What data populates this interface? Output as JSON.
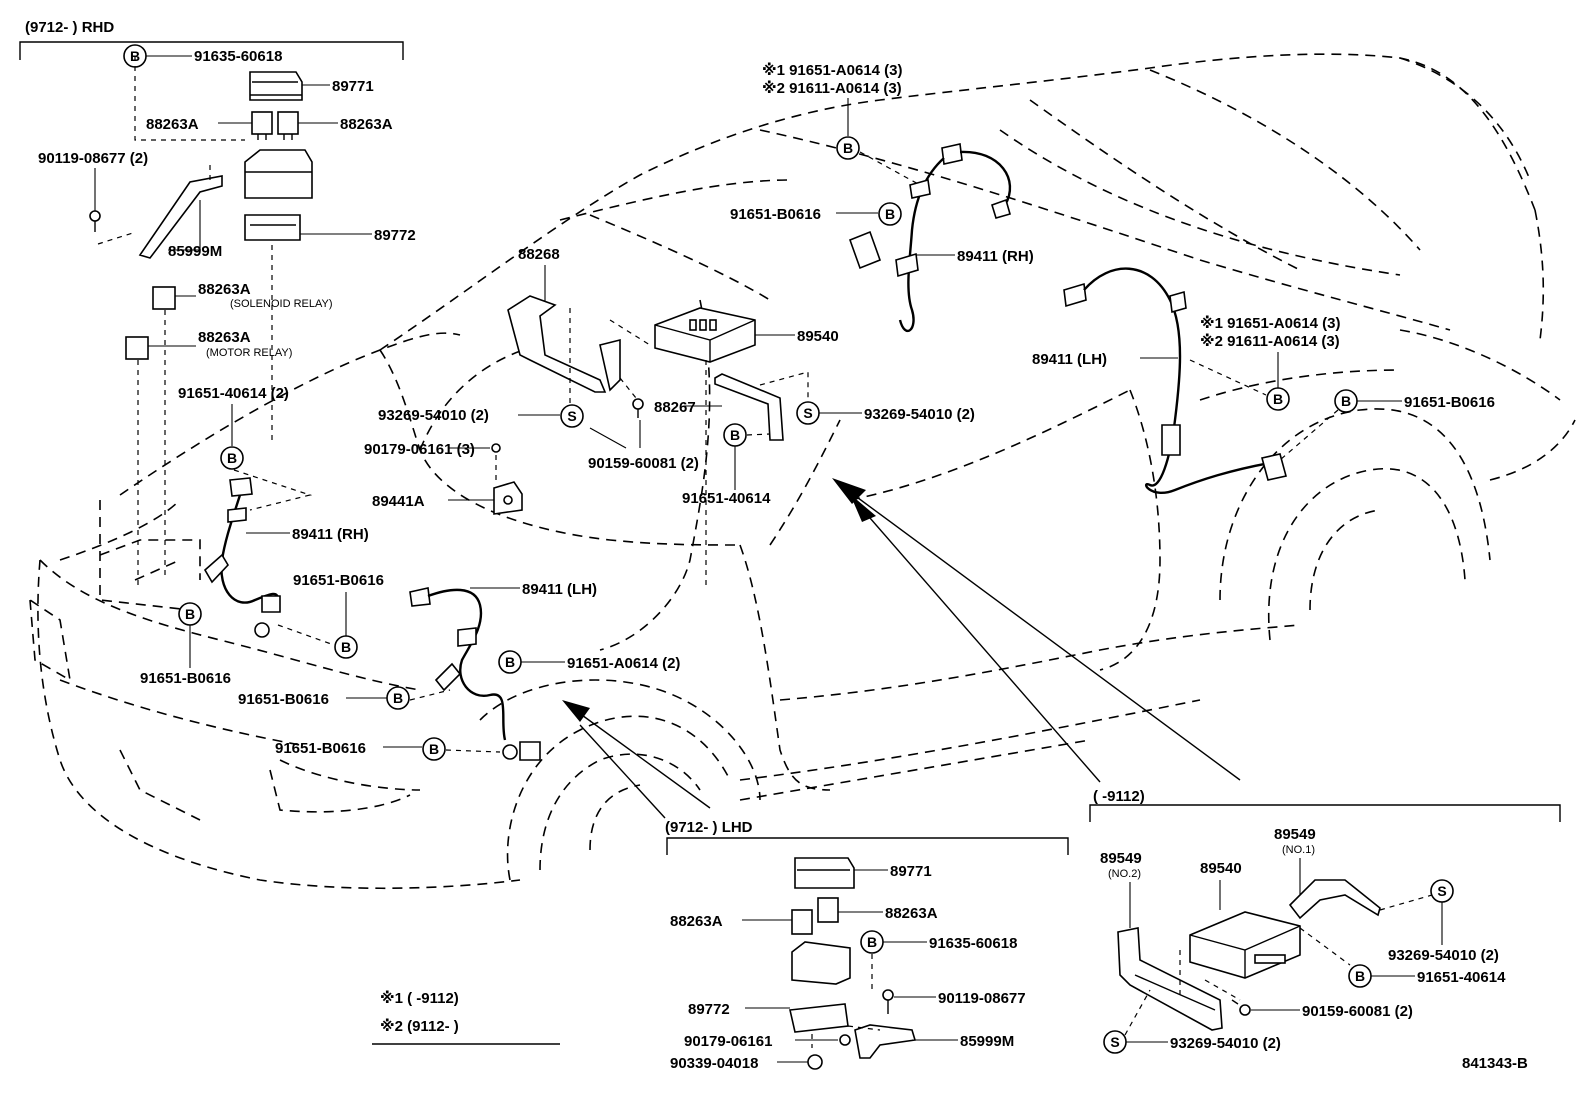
{
  "rhd": {
    "title": "(9712-        ) RHD",
    "p91635": "91635-60618",
    "p89771": "89771",
    "p88263a_l": "88263A",
    "p88263a_r": "88263A",
    "p90119": "90119-08677 (2)",
    "p89772": "89772",
    "p85999m": "85999M",
    "solenoid": "88263A",
    "solenoid_note": "(SOLENOID RELAY)",
    "motor": "88263A",
    "motor_note": "(MOTOR RELAY)"
  },
  "front": {
    "p91651_40614_2": "91651-40614 (2)",
    "p89411rh": "89411 (RH)",
    "p91651_b0616_a": "91651-B0616",
    "p91651_b0616_b": "91651-B0616",
    "p91651_b0616_c": "91651-B0616",
    "p91651_b0616_d": "91651-B0616",
    "p89411lh": "89411 (LH)",
    "p91651_a0614_2": "91651-A0614 (2)"
  },
  "center": {
    "p88268": "88268",
    "p89540": "89540",
    "p93269_a": "93269-54010 (2)",
    "p88267": "88267",
    "p93269_b": "93269-54010 (2)",
    "p90179": "90179-06161 (3)",
    "p90159": "90159-60081 (2)",
    "p91651_40614": "91651-40614",
    "p89441a": "89441A"
  },
  "rear": {
    "n1_top": "※1 91651-A0614 (3)",
    "n2_top": "※2 91611-A0614 (3)",
    "p91651_b0616_top": "91651-B0616",
    "p89411rh": "89411 (RH)",
    "p89411lh": "89411 (LH)",
    "n1_right": "※1 91651-A0614 (3)",
    "n2_right": "※2 91611-A0614 (3)",
    "p91651_b0616_right": "91651-B0616"
  },
  "lhd": {
    "title": "(9712-        ) LHD",
    "p89771": "89771",
    "p88263a_l": "88263A",
    "p88263a_r": "88263A",
    "p91635": "91635-60618",
    "p90119": "90119-08677",
    "p89772": "89772",
    "p90179": "90179-06161",
    "p85999m": "85999M",
    "p90339": "90339-04018"
  },
  "inset": {
    "title": "(        -9112)",
    "p89549_no1": "89549",
    "no1_note": "(NO.1)",
    "p89549_no2": "89549",
    "no2_note": "(NO.2)",
    "p89540": "89540",
    "p93269_a": "93269-54010 (2)",
    "p91651_40614": "91651-40614",
    "p90159": "90159-60081 (2)",
    "p93269_b": "93269-54010 (2)"
  },
  "legend": {
    "n1": "※1 (        -9112)",
    "n2": "※2 (9112-        )"
  },
  "ref": "841343-B",
  "symbols": {
    "bolt": "B",
    "screw": "S"
  }
}
